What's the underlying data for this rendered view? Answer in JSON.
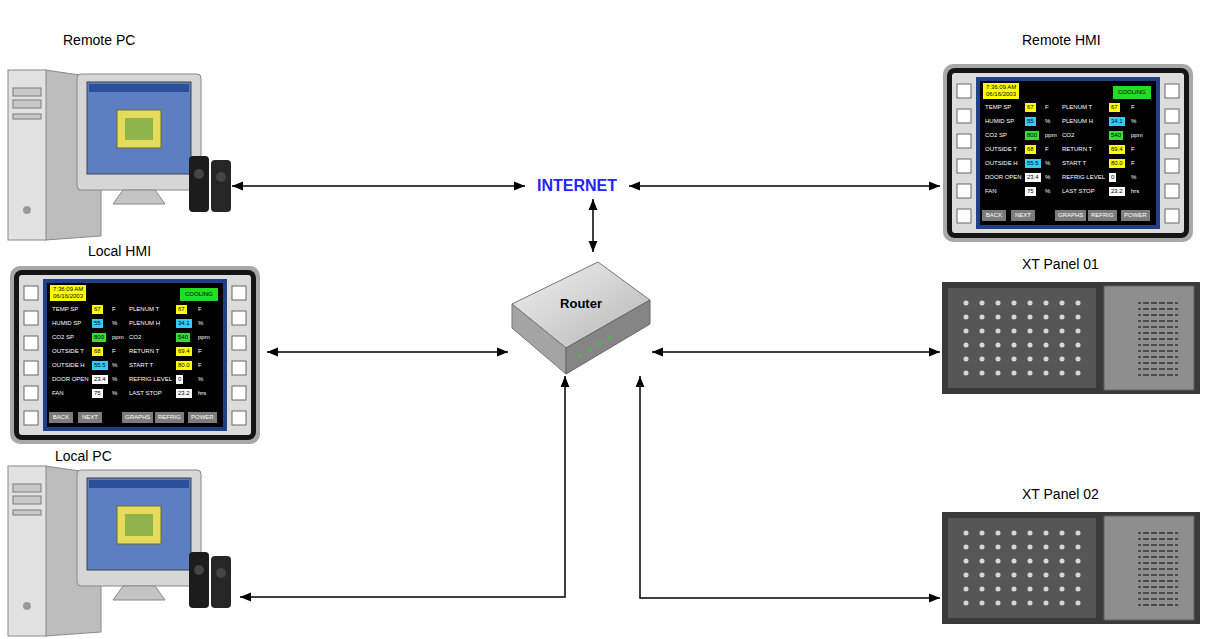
{
  "diagram": {
    "nodes": [
      {
        "text": [
          "Remote PC"
        ]
      },
      {
        "text": [
          "INTERNET"
        ]
      },
      {
        "text": [
          "Remote HMI"
        ]
      },
      {
        "text": [
          "Local HMI"
        ]
      },
      {
        "text": [
          "Router"
        ]
      },
      {
        "text": [
          "XT Panel 01"
        ]
      },
      {
        "text": [
          "Local PC"
        ]
      },
      {
        "text": [
          "XT Panel 02"
        ]
      }
    ],
    "edges": [
      {
        "from": 0,
        "to": 1,
        "arrow": "both"
      },
      {
        "from": 2,
        "to": 1,
        "arrow": "both"
      },
      {
        "from": 1,
        "to": 4,
        "arrow": "both"
      },
      {
        "from": 3,
        "to": 4,
        "arrow": "both"
      },
      {
        "from": 4,
        "to": 5,
        "arrow": "both"
      },
      {
        "from": 6,
        "to": 4,
        "arrow": "both"
      },
      {
        "from": 7,
        "to": 4,
        "arrow": "both"
      }
    ],
    "labels": [
      "7:36:09 AM",
      "06/16/2003",
      "COOLING",
      "TEMP SP",
      "67",
      "F",
      "PLENUM T",
      "67",
      "F",
      "HUMID SP",
      "55",
      "%",
      "PLENUM H",
      "34.1",
      "%",
      "CO2 SP",
      "800",
      "ppm",
      "CO2",
      "540",
      "ppm",
      "OUTSIDE T",
      "68",
      "F",
      "RETURN T",
      "69.4",
      "F",
      "OUTSIDE H",
      "55.5",
      "%",
      "START T",
      "80.0",
      "F",
      "DOOR OPEN",
      "23.4",
      "%",
      "REFRIG LEVEL",
      "0",
      "%",
      "FAN",
      "75",
      "%",
      "LAST STOP",
      "23.2",
      "hrs",
      "BACK",
      "NEXT",
      "GRAPHS",
      "REFRIG",
      "POWER",
      "7:36:09 AM",
      "06/16/2003",
      "COOLING",
      "TEMP SP",
      "67",
      "F",
      "PLENUM T",
      "67",
      "F",
      "HUMID SP",
      "55",
      "%",
      "PLENUM H",
      "34.1",
      "%",
      "CO2 SP",
      "800",
      "ppm",
      "CO2",
      "540",
      "ppm",
      "OUTSIDE T",
      "68",
      "F",
      "RETURN T",
      "69.4",
      "F",
      "OUTSIDE H",
      "55.5",
      "%",
      "START T",
      "80.0",
      "F",
      "DOOR OPEN",
      "23.4",
      "%",
      "REFRIG LEVEL",
      "0",
      "%",
      "FAN",
      "75",
      "%",
      "LAST STOP",
      "23.2",
      "hrs",
      "BACK",
      "NEXT",
      "GRAPHS",
      "REFRIG",
      "POWER"
    ]
  }
}
